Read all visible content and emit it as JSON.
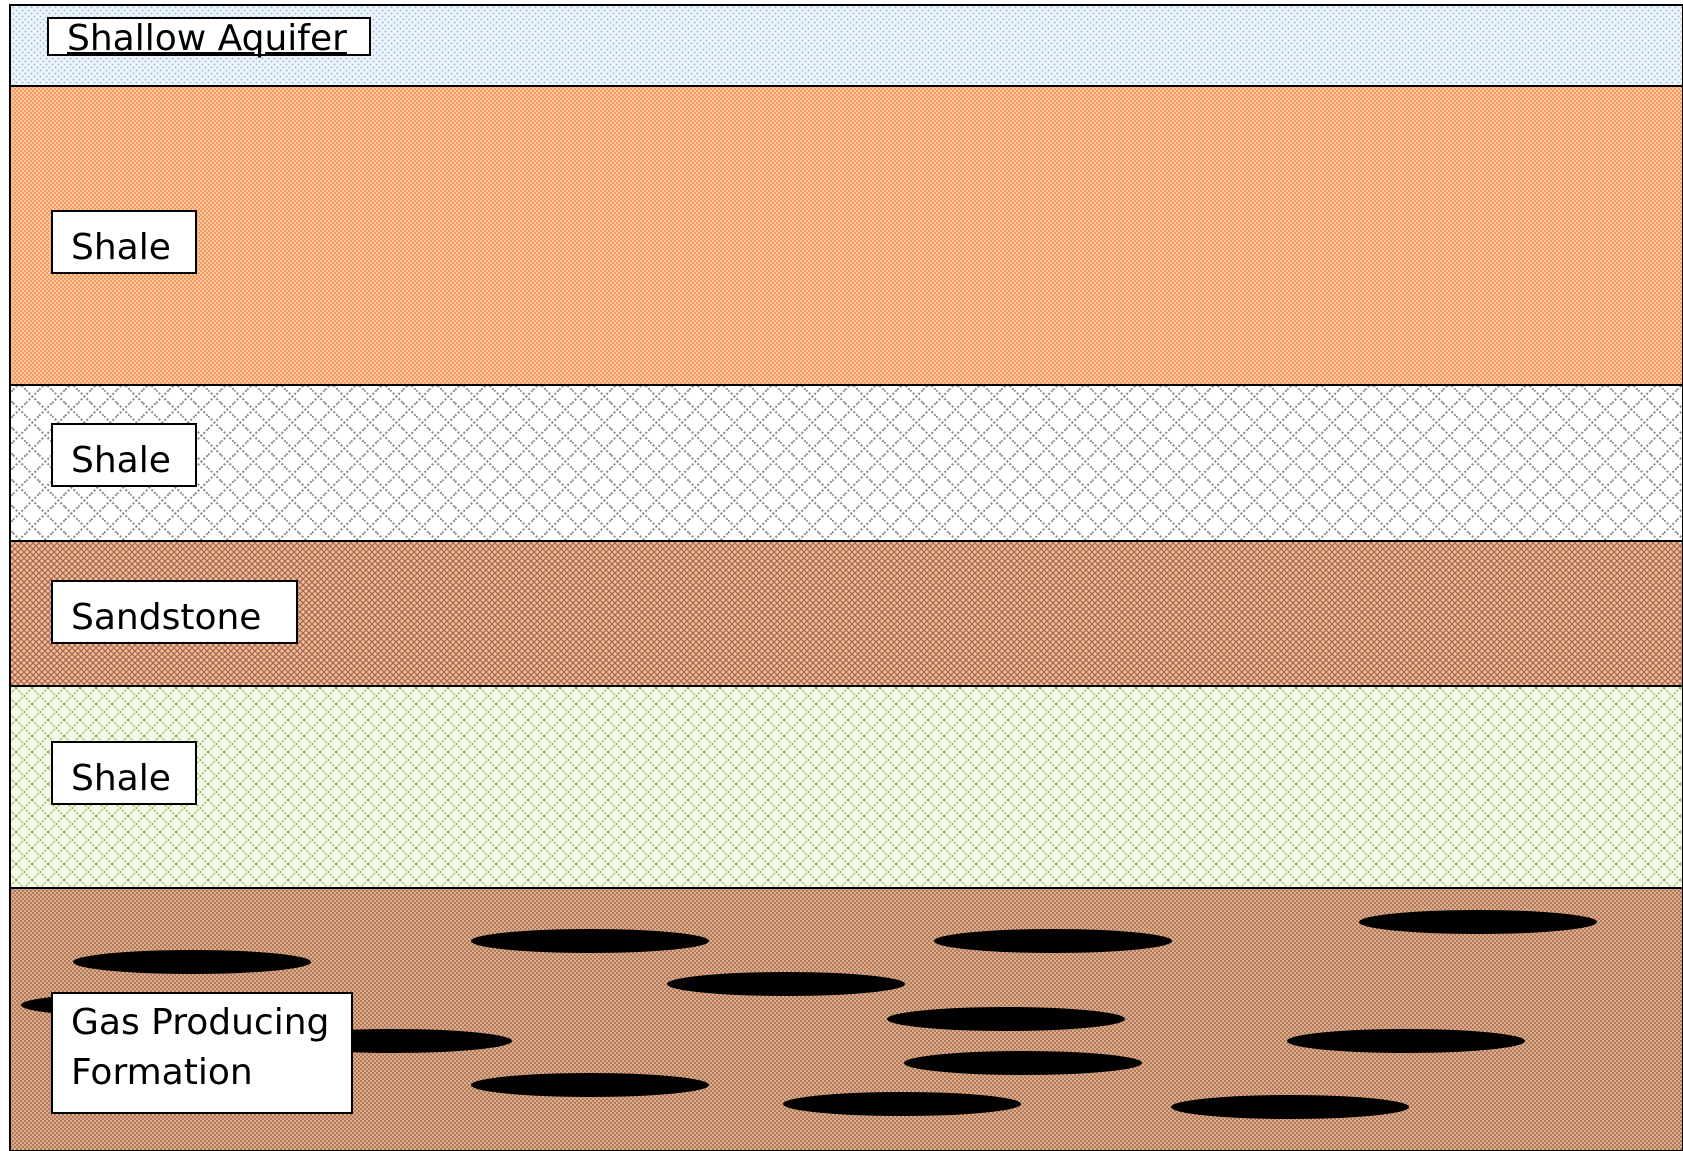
{
  "layers": [
    {
      "label": "Shallow Aquifer",
      "pattern": "dots-light-blue",
      "fill": "#e9f1f9",
      "ink": "#9dc3e6"
    },
    {
      "label": "Shale",
      "pattern": "fine-checker-orange",
      "fill": "#f2a36b",
      "ink": "#fbd8bd"
    },
    {
      "label": "Shale",
      "pattern": "wave-gray",
      "fill": "#ffffff",
      "ink": "#7f7f7f"
    },
    {
      "label": "Sandstone",
      "pattern": "crosshatch-brown",
      "fill": "#e0b8a0",
      "ink": "#b05f38"
    },
    {
      "label": "Shale",
      "pattern": "weave-green",
      "fill": "#ffffff",
      "ink": "#9bbb59"
    },
    {
      "label": "Gas Producing\nFormation",
      "pattern": "fine-grid-brown",
      "fill": "#d8a88a",
      "ink": "#8f5a3c"
    }
  ],
  "gas_pockets_color": "#000000"
}
